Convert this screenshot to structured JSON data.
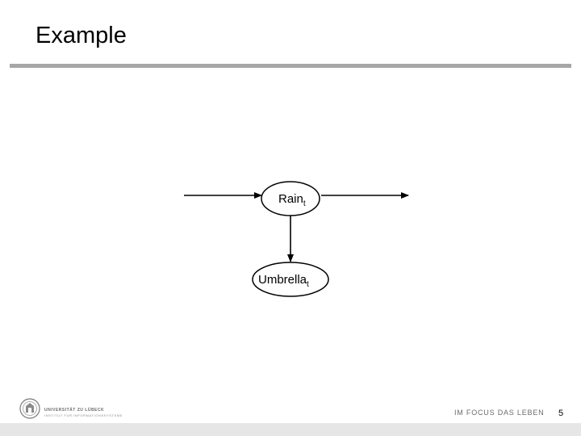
{
  "slide": {
    "title": "Example",
    "page_number": "5"
  },
  "diagram": {
    "nodes": [
      {
        "id": "rain",
        "label": "Rain",
        "subscript": "t"
      },
      {
        "id": "umbrella",
        "label": "Umbrella",
        "subscript": "t"
      }
    ],
    "edges": [
      {
        "from": "(previous)",
        "to": "rain"
      },
      {
        "from": "rain",
        "to": "(next)"
      },
      {
        "from": "rain",
        "to": "umbrella"
      }
    ]
  },
  "footer": {
    "university_name": "UNIVERSITÄT ZU LÜBECK",
    "institute_name": "INSTITUT FÜR INFORMATIONSSYSTEME",
    "motto": "IM FOCUS DAS LEBEN",
    "logo": "university-seal"
  }
}
